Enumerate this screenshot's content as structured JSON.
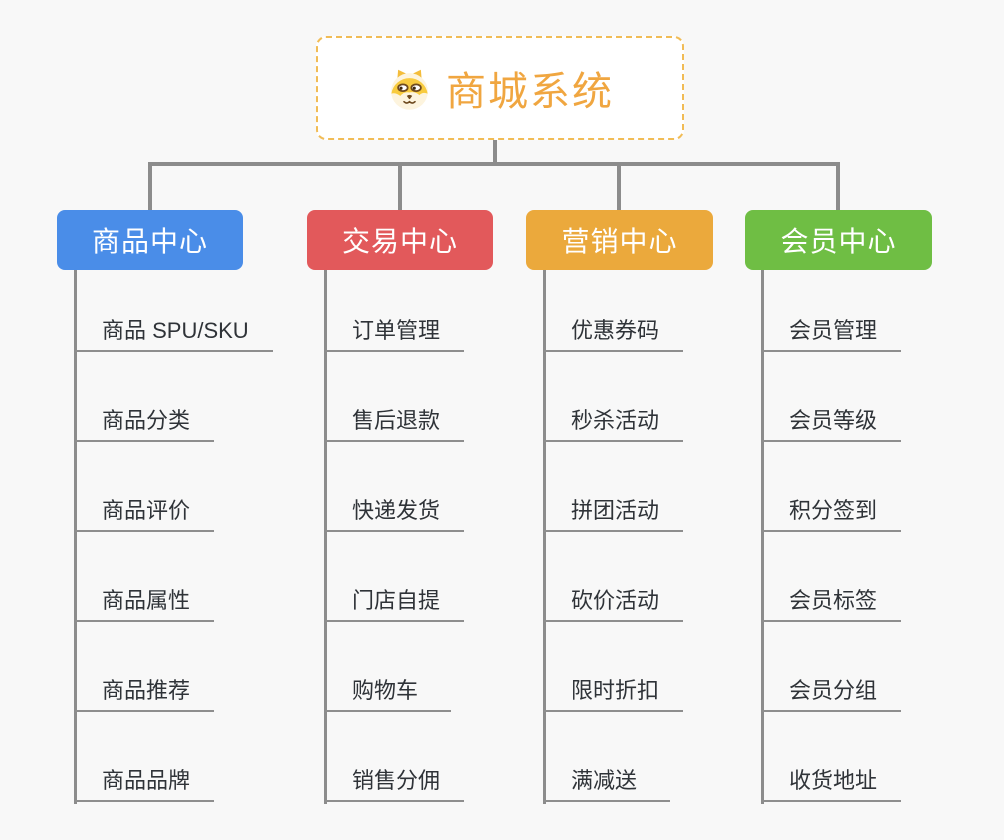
{
  "canvas": {
    "background_color": "#F8F8F8",
    "connector_color": "#8C8C8C"
  },
  "root": {
    "title": "商城系统",
    "icon": "dog-face-icon",
    "text_color": "#F0A640",
    "border_color": "#F1BC56"
  },
  "branches": [
    {
      "label": "商品中心",
      "color": "#4A8DE8",
      "items": [
        "商品 SPU/SKU",
        "商品分类",
        "商品评价",
        "商品属性",
        "商品推荐",
        "商品品牌"
      ]
    },
    {
      "label": "交易中心",
      "color": "#E2595B",
      "items": [
        "订单管理",
        "售后退款",
        "快递发货",
        "门店自提",
        "购物车",
        "销售分佣"
      ]
    },
    {
      "label": "营销中心",
      "color": "#EBA93C",
      "items": [
        "优惠券码",
        "秒杀活动",
        "拼团活动",
        "砍价活动",
        "限时折扣",
        "满减送"
      ]
    },
    {
      "label": "会员中心",
      "color": "#6FBE44",
      "items": [
        "会员管理",
        "会员等级",
        "积分签到",
        "会员标签",
        "会员分组",
        "收货地址"
      ]
    }
  ],
  "item_text_color": "#2F3338"
}
